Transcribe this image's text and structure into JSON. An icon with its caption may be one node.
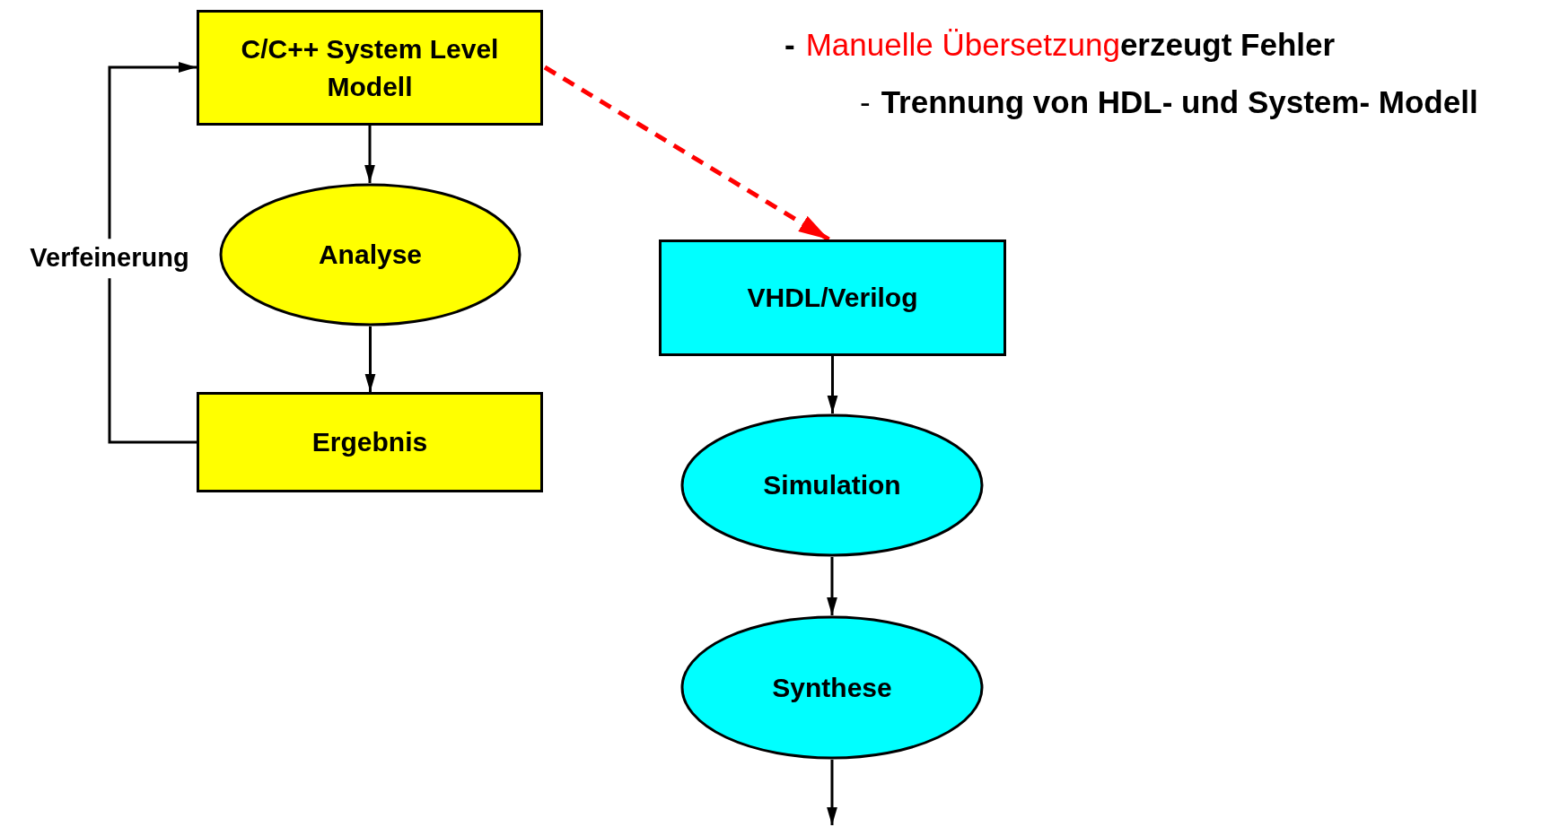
{
  "diagram": {
    "nodes": [
      {
        "text": [
          "C/C++ System Level Modell"
        ]
      },
      {
        "text": [
          "Analyse"
        ]
      },
      {
        "text": [
          "Ergebnis"
        ]
      },
      {
        "text": [
          "VHDL/Verilog"
        ]
      },
      {
        "text": [
          "Simulation"
        ]
      },
      {
        "text": [
          "Synthese"
        ]
      }
    ],
    "edges": [
      {
        "from": 0,
        "to": 1,
        "arrow": "to"
      },
      {
        "from": 1,
        "to": 2,
        "arrow": "to"
      },
      {
        "from": 2,
        "to": 0,
        "arrow": "to",
        "label": "Verfeinerung"
      },
      {
        "from": 0,
        "to": 3,
        "arrow": "to",
        "style": "dashed",
        "color": "#ff0000"
      },
      {
        "from": 3,
        "to": 4,
        "arrow": "to"
      },
      {
        "from": 4,
        "to": 5,
        "arrow": "to"
      },
      {
        "from": 5,
        "to": null,
        "arrow": "to"
      }
    ],
    "labels": [
      "-",
      "Manuelle Übersetzung",
      "erzeugt Fehler",
      "-",
      "Trennung von HDL- und System- Modell"
    ]
  }
}
